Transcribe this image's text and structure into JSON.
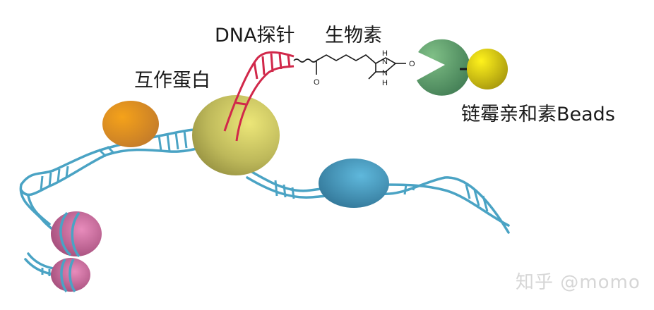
{
  "diagram": {
    "labels": {
      "dna_probe": "DNA探针",
      "biotin": "生物素",
      "interacting_protein": "互作蛋白",
      "streptavidin_beads": "链霉亲和素Beads"
    },
    "chemistry": {
      "carbonyl_o": "O",
      "h_top": "H",
      "n_top": "N",
      "n_bottom": "N",
      "h_bottom": "H",
      "ketone_o": "O"
    },
    "watermark": "知乎 @momo",
    "colors": {
      "dna": "#4aa3c4",
      "probe": "#d1284a",
      "protein_orange": "#e08a1e",
      "protein_yellow": "#c9c565",
      "protein_blue": "#3f8db0",
      "nucleosome": "#c9679a",
      "streptavidin": "#5b9a6b",
      "bead": "#e3d21a"
    }
  }
}
